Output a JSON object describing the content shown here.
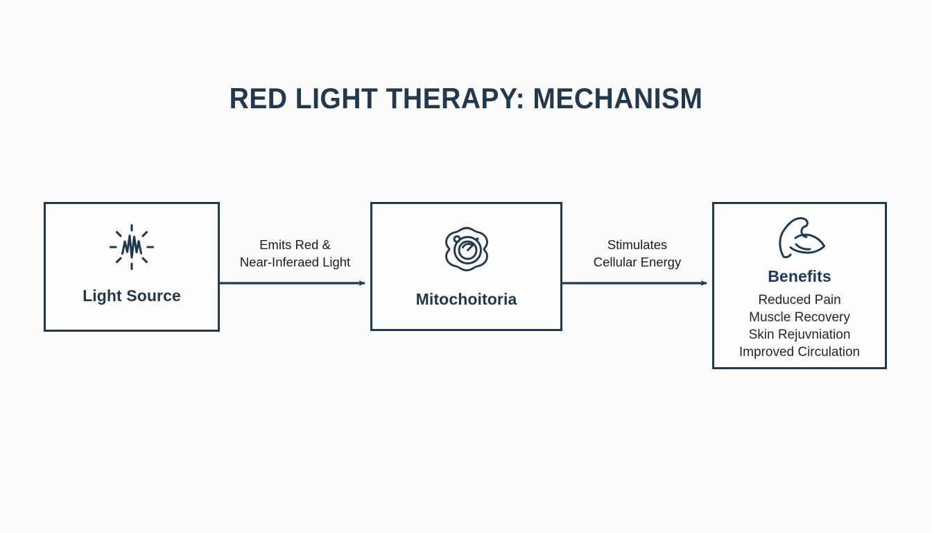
{
  "page": {
    "title": "RED LIGHT THERAPY: MECHANISM",
    "background_color": "#fcfcfc",
    "accent_color": "#1e3a52",
    "text_color": "#1b1b1b"
  },
  "diagram": {
    "type": "flowchart",
    "direction": "left-to-right",
    "nodes": [
      {
        "id": "light-source",
        "label": "Light Source",
        "icon": "light-rays-waveform-icon"
      },
      {
        "id": "mitochondria",
        "label": "Mitochoitoria",
        "icon": "mitochondria-cell-icon"
      },
      {
        "id": "benefits",
        "label": "Benefits",
        "icon": "flexed-bicep-icon",
        "items": [
          "Reduced Pain",
          "Muscle Recovery",
          "Skin Rejuvniation",
          "Improved Circulation"
        ]
      }
    ],
    "connectors": [
      {
        "id": "arrow-1",
        "from": "light-source",
        "to": "mitochondria",
        "label_line_1": "Emits Red &",
        "label_line_2": "Near-Inferaed Light"
      },
      {
        "id": "arrow-2",
        "from": "mitochondria",
        "to": "benefits",
        "label_line_1": "Stimulates",
        "label_line_2": "Cellular Energy"
      }
    ]
  }
}
